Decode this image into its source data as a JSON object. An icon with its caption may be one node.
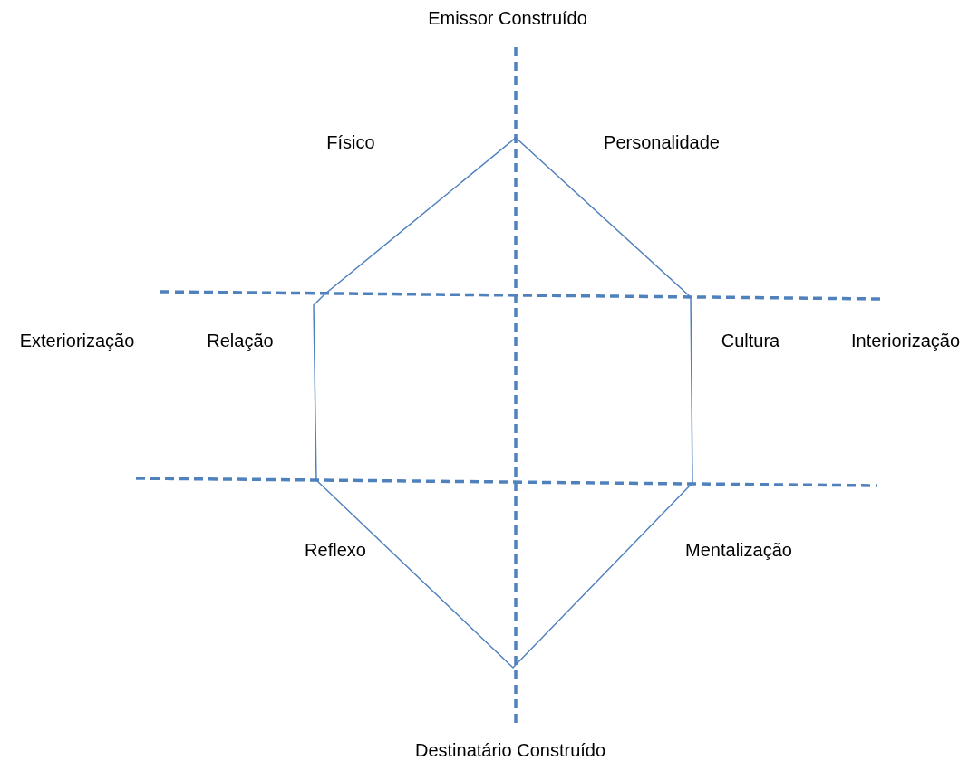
{
  "diagram": {
    "labels": [
      "Emissor Construído",
      "Físico",
      "Personalidade",
      "Exteriorização",
      "Relação",
      "Cultura",
      "Interiorização",
      "Reflexo",
      "Mentalização",
      "Destinatário Construído"
    ]
  }
}
